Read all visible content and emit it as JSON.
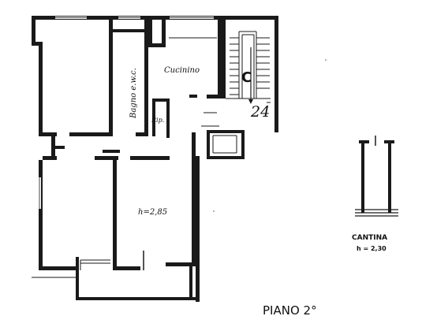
{
  "rooms": {
    "bathroom": "Bagno e.w.c.",
    "kitchenette": "Cucinino",
    "storage": "Rip.",
    "living_height": "h=2,85"
  },
  "stair": {
    "letter": "C",
    "unit_number": "24"
  },
  "cellar": {
    "title": "CANTINA",
    "height": "h = 2,30"
  },
  "floor": {
    "label": "PIANO 2°"
  }
}
